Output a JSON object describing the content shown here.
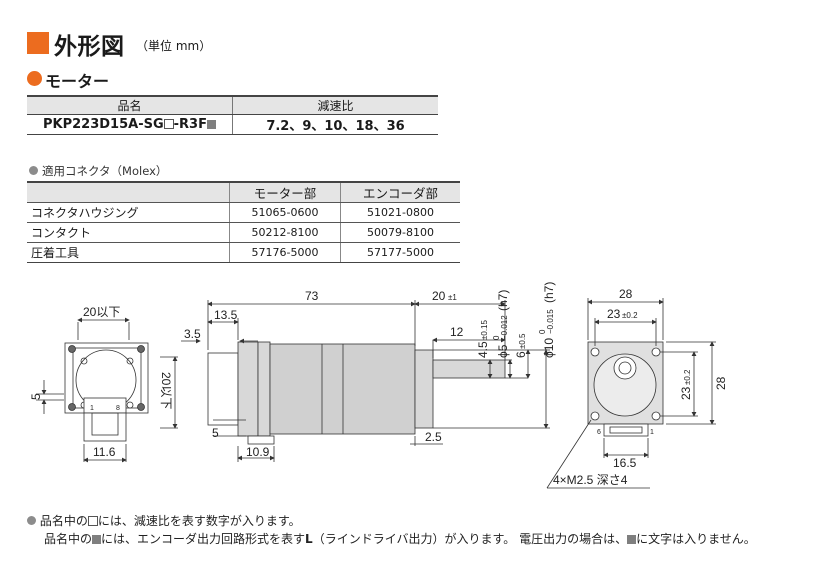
{
  "title": {
    "main": "外形図",
    "unit": "（単位 mm）"
  },
  "motor_section": {
    "title": "モーター"
  },
  "model_table": {
    "headers": [
      "品名",
      "減速比"
    ],
    "model": "PKP223D15A-SG",
    "model_mid": "-R3F",
    "ratios": "7.2、9、10、18、36"
  },
  "connector_section": {
    "title": "適用コネクタ（Molex）"
  },
  "connector_table": {
    "headers": [
      "",
      "モーター部",
      "エンコーダ部"
    ],
    "rows": [
      [
        "コネクタハウジング",
        "51065-0600",
        "51021-0800"
      ],
      [
        "コンタクト",
        "50212-8100",
        "50079-8100"
      ],
      [
        "圧着工具",
        "57176-5000",
        "57177-5000"
      ]
    ]
  },
  "drawing": {
    "dims": {
      "front_width": "20以下",
      "front_height": "20以下",
      "front_5": "5",
      "front_bottom": "11.6",
      "side_total": "73",
      "side_13_5": "13.5",
      "side_3_5": "3.5",
      "side_20": "20",
      "side_20_tol": "±1",
      "side_12": "12",
      "side_4_5": "4.5",
      "side_4_5_tol": "±0.15",
      "shaft_5": "ϕ5",
      "shaft_5_tol_top": "0",
      "shaft_5_tol_bot": "−0.012",
      "shaft_5_fit": "(h7)",
      "shaft_6": "6",
      "shaft_6_tol": "±0.5",
      "shaft_10": "ϕ10",
      "shaft_10_tol_top": "0",
      "shaft_10_tol_bot": "−0.015",
      "shaft_10_fit": "(h7)",
      "side_5": "5",
      "side_10_9": "10.9",
      "side_2_5": "2.5",
      "rear_28_top": "28",
      "rear_23_top": "23",
      "rear_23_tol": "±0.2",
      "rear_23_side": "23",
      "rear_23_side_tol": "±0.2",
      "rear_28_side": "28",
      "rear_16_5": "16.5",
      "rear_screw": "4×M2.5 深さ4",
      "pin_1": "1",
      "pin_8": "8",
      "pin_6": "6",
      "pin_1b": "1"
    }
  },
  "notes": {
    "n1_pre": "品名中の",
    "n1_post": "には、減速比を表す数字が入ります。",
    "n2_pre": "品名中の",
    "n2_mid": "には、エンコーダ出力回路形式を表す",
    "n2_bold": "L",
    "n2_mid2": "（ラインドライバ出力）が入ります。 電圧出力の場合は、",
    "n2_post": "に文字は入りません。"
  },
  "colors": {
    "accent": "#ec6c1f",
    "header_bg": "#e5e5e5",
    "gray": "#7f7f7f",
    "body_fill": "#d8d8d8"
  }
}
